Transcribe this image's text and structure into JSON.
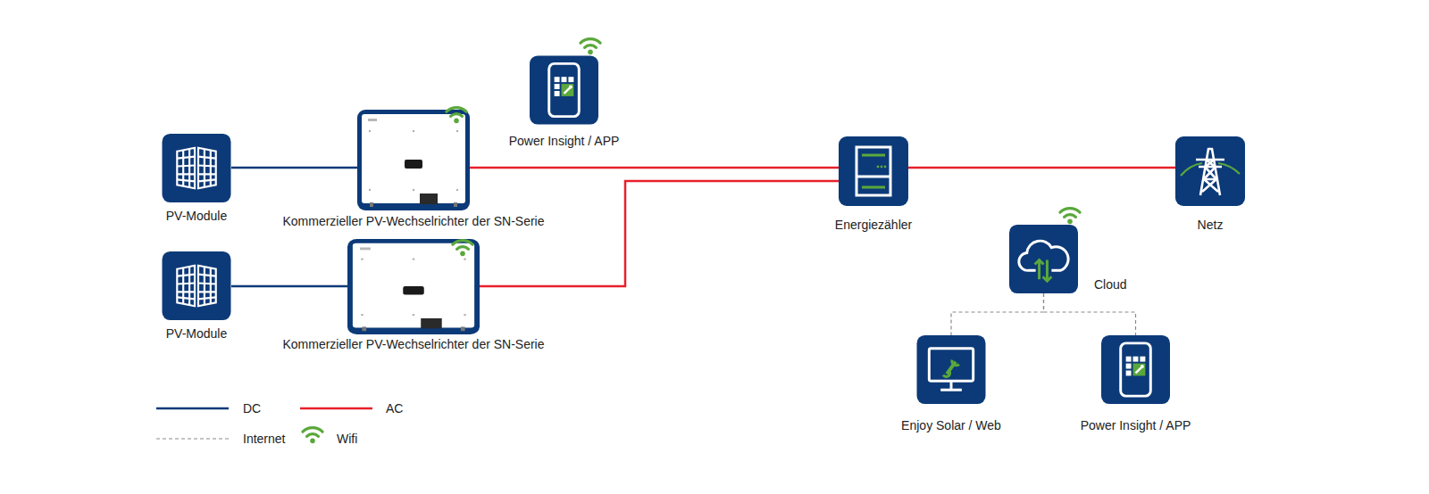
{
  "diagram": {
    "nodes": [
      {
        "text": [
          "Power Insight / APP"
        ]
      },
      {
        "text": [
          "PV-Module"
        ]
      },
      {
        "text": [
          "Kommerzieller PV-Wechselrichter der SN-Serie"
        ]
      },
      {
        "text": [
          "Energiezähler"
        ]
      },
      {
        "text": [
          "Netz"
        ]
      },
      {
        "text": [
          "Cloud"
        ]
      },
      {
        "text": [
          "PV-Module"
        ]
      },
      {
        "text": [
          "Kommerzieller PV-Wechselrichter der SN-Serie"
        ]
      },
      {
        "text": [
          "Enjoy Solar / Web"
        ]
      },
      {
        "text": [
          "Power Insight / APP"
        ]
      }
    ],
    "edges": [
      {
        "from": 1,
        "to": 2,
        "arrow": "none"
      },
      {
        "from": 2,
        "to": 3,
        "arrow": "none"
      },
      {
        "from": 6,
        "to": 7,
        "arrow": "none"
      },
      {
        "from": 7,
        "to": 3,
        "arrow": "none"
      },
      {
        "from": 3,
        "to": 4,
        "arrow": "none"
      },
      {
        "from": 5,
        "to": 8,
        "arrow": "none"
      },
      {
        "from": 5,
        "to": 9,
        "arrow": "none"
      }
    ],
    "legend": [
      {
        "text": "DC"
      },
      {
        "text": "AC"
      },
      {
        "text": "Internet"
      },
      {
        "text": "Wifi"
      }
    ]
  }
}
